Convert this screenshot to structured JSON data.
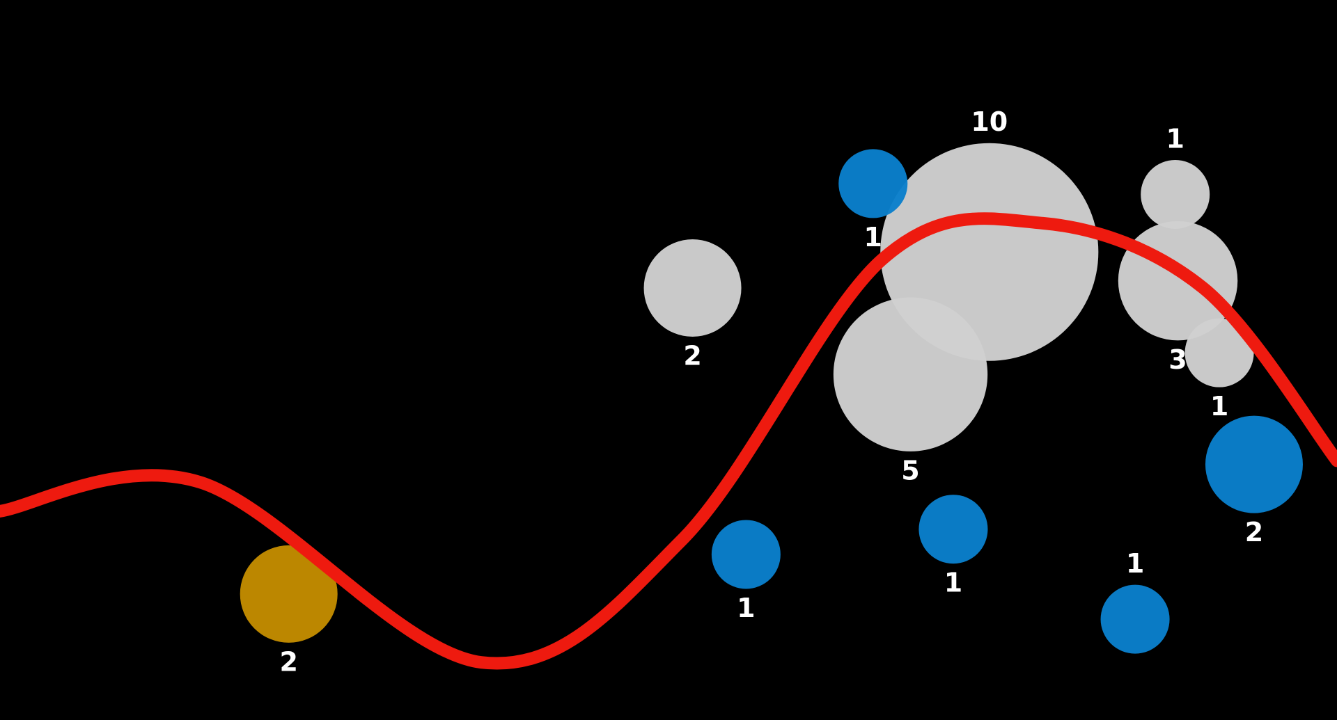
{
  "colors": {
    "background": "#000000",
    "curve": "#ee1a0f",
    "gray": "#d0d0d0",
    "blue": "#0a7fcb",
    "gold": "#cc9200",
    "label": "#ffffff"
  },
  "chart_data": {
    "type": "scatter",
    "title": "",
    "xlabel": "",
    "ylabel": "",
    "axes_visible": false,
    "grid": false,
    "legend": "none",
    "curve": {
      "shape": "smooth",
      "color": "#ee1a0f",
      "points": [
        [
          0.0,
          0.29
        ],
        [
          0.15,
          0.33
        ],
        [
          0.36,
          0.08
        ],
        [
          0.51,
          0.25
        ],
        [
          0.66,
          0.64
        ],
        [
          0.78,
          0.69
        ],
        [
          0.9,
          0.6
        ],
        [
          1.0,
          0.36
        ]
      ]
    },
    "series": [
      {
        "color_key": "gray",
        "points": [
          {
            "x": 0.518,
            "y": 0.6,
            "value": 2,
            "label": "2"
          },
          {
            "x": 0.74,
            "y": 0.65,
            "value": 10,
            "label": "10"
          },
          {
            "x": 0.681,
            "y": 0.48,
            "value": 5,
            "label": "5"
          },
          {
            "x": 0.879,
            "y": 0.73,
            "value": 1,
            "label": "1"
          },
          {
            "x": 0.881,
            "y": 0.61,
            "value": 3,
            "label": "3"
          },
          {
            "x": 0.912,
            "y": 0.51,
            "value": 1,
            "label": "1"
          }
        ]
      },
      {
        "color_key": "blue",
        "points": [
          {
            "x": 0.653,
            "y": 0.745,
            "value": 1,
            "label": "1"
          },
          {
            "x": 0.558,
            "y": 0.23,
            "value": 1,
            "label": "1"
          },
          {
            "x": 0.713,
            "y": 0.265,
            "value": 1,
            "label": "1"
          },
          {
            "x": 0.849,
            "y": 0.14,
            "value": 1,
            "label": "1"
          },
          {
            "x": 0.938,
            "y": 0.355,
            "value": 2,
            "label": "2"
          }
        ]
      },
      {
        "color_key": "gold",
        "points": [
          {
            "x": 0.216,
            "y": 0.175,
            "value": 2,
            "label": "2"
          }
        ]
      }
    ]
  }
}
